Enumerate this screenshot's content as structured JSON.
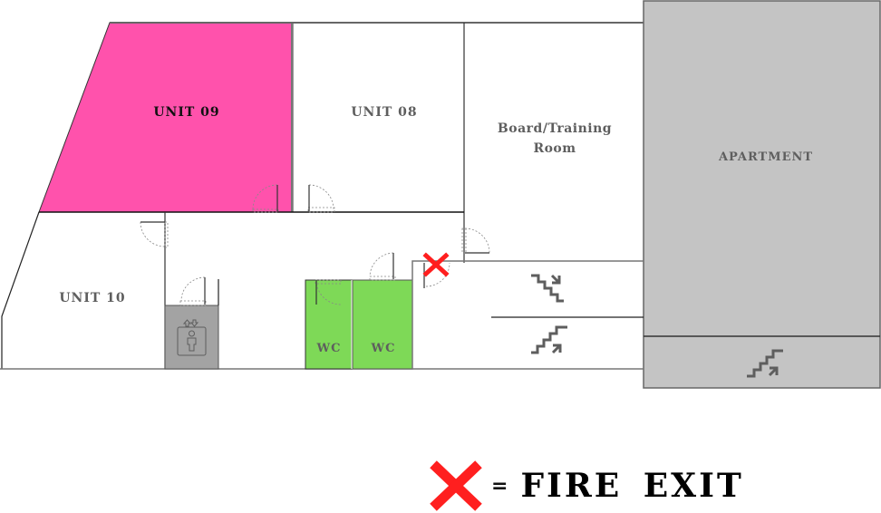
{
  "floorplan": {
    "rooms": [
      {
        "id": "unit-09",
        "label": "UNIT 09",
        "fill": "#ff52ac",
        "highlighted": true
      },
      {
        "id": "unit-08",
        "label": "UNIT 08",
        "fill": "#ffffff"
      },
      {
        "id": "board-room",
        "label_line1": "Board/Training",
        "label_line2": "Room",
        "fill": "#ffffff"
      },
      {
        "id": "apartment",
        "label": "APARTMENT",
        "fill": "#c4c4c4"
      },
      {
        "id": "unit-10",
        "label": "UNIT 10",
        "fill": "#ffffff"
      },
      {
        "id": "lift",
        "label": "",
        "icon": "elevator-icon",
        "fill": "#a3a3a3"
      },
      {
        "id": "wc-1",
        "label": "WC",
        "fill": "#7ed957"
      },
      {
        "id": "wc-2",
        "label": "WC",
        "fill": "#7ed957"
      },
      {
        "id": "stairs-down",
        "icon": "stairs-down-icon"
      },
      {
        "id": "stairs-up",
        "icon": "stairs-up-icon"
      },
      {
        "id": "apartment-stairs",
        "icon": "stairs-up-icon",
        "fill": "#c4c4c4"
      }
    ],
    "fire_exit_marker": {
      "icon": "red-x-icon",
      "color": "#ff1f1f"
    }
  },
  "legend": {
    "symbol": "red-x-icon",
    "equals": "=",
    "text": "FIRE EXIT",
    "color": "#ff1f1f"
  },
  "colors": {
    "unit09": "#ff52ac",
    "wc": "#7ed957",
    "apartment": "#c4c4c4",
    "lift": "#a3a3a3",
    "walls": "#222222",
    "label_grey": "#5e5e5e",
    "fire_exit": "#ff1f1f"
  }
}
